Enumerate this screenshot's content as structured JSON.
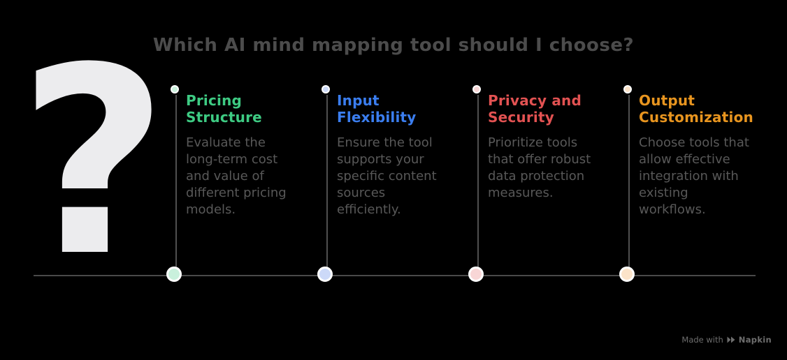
{
  "title": "Which AI mind mapping tool should I choose?",
  "question_mark": "?",
  "theme": {
    "background": "#000000",
    "title_color": "#4c4c4c",
    "body_text_color": "#585858",
    "line_color": "#4f4f4f",
    "question_mark_color": "#ececee",
    "watermark_color": "#6e6e6e"
  },
  "columns": [
    {
      "title": "Pricing Structure",
      "description": "Evaluate the long-term cost and value of different pricing models.",
      "accent_color": "#3ecb83",
      "dot_color": "#c9f0dc"
    },
    {
      "title": "Input Flexibility",
      "description": "Ensure the tool supports your specific content sources efficiently.",
      "accent_color": "#3b7ef0",
      "dot_color": "#ccd9f8"
    },
    {
      "title": "Privacy and Security",
      "description": "Prioritize tools that offer robust data protection measures.",
      "accent_color": "#e25252",
      "dot_color": "#f8d6d6"
    },
    {
      "title": "Output Customization",
      "description": "Choose tools that allow effective integration with existing workflows.",
      "accent_color": "#e8951f",
      "dot_color": "#fbe3c9"
    }
  ],
  "watermark": {
    "prefix": "Made with",
    "brand": "Napkin"
  }
}
